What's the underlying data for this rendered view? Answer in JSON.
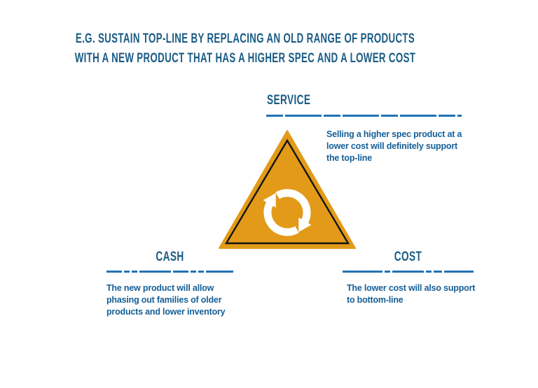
{
  "title": {
    "line1": "E.G. SUSTAIN TOP-LINE BY REPLACING AN OLD RANGE OF PRODUCTS",
    "line2": "WITH A NEW PRODUCT THAT HAS A HIGHER SPEC AND A LOWER COST"
  },
  "sections": {
    "service": {
      "label": "SERVICE",
      "description": "Selling a higher spec product at a\nlower cost will definitely support\nthe top-line"
    },
    "cash": {
      "label": "CASH",
      "description": "The new product will allow\nphasing out families of older\nproducts and lower inventory"
    },
    "cost": {
      "label": "COST",
      "description": "The lower cost will also support\nto bottom-line"
    }
  },
  "icon": {
    "name": "cycle-icon",
    "meaning": "continuous cycle of service, cost and cash"
  },
  "colors": {
    "heading": "#1A5C85",
    "body": "#155F97",
    "dash": "#2272B5",
    "orange": "#E29A18",
    "outline": "#141414"
  }
}
